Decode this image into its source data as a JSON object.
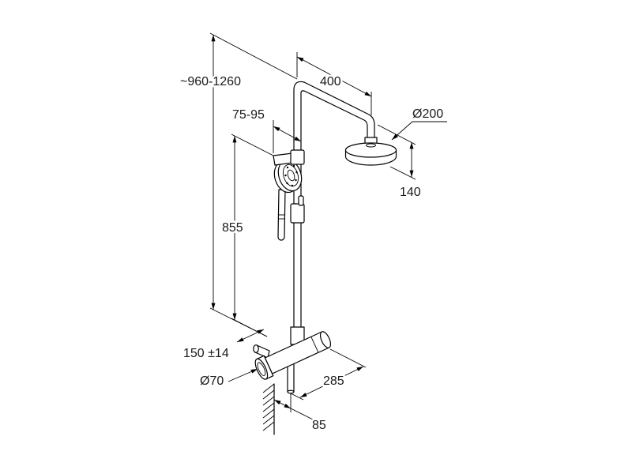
{
  "drawing": {
    "labels": {
      "overall_height": "~960-1260",
      "arm_projection": "400",
      "head_diameter": "Ø200",
      "holder_range": "75-95",
      "head_height": "140",
      "holder_height": "855",
      "inlet_spacing": "150 ±14",
      "knob_diameter": "Ø70",
      "mixer_projection": "285",
      "outlet_offset": "85"
    },
    "colors": {
      "line": "#000000",
      "text": "#1a1a1a",
      "background": "#ffffff"
    }
  }
}
